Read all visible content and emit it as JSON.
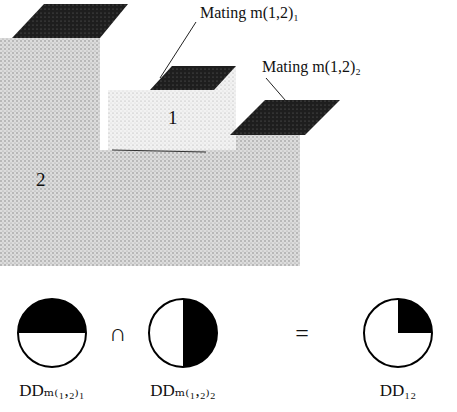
{
  "diagram": {
    "labels": [
      "Mating m(1,2)₁",
      "Mating m(1,2)₂",
      "1",
      "2",
      "∩",
      "=",
      "DDₘ₍₁,₂₎₁",
      "DDₘ₍₁,₂₎₂",
      "DD₁₂"
    ]
  }
}
